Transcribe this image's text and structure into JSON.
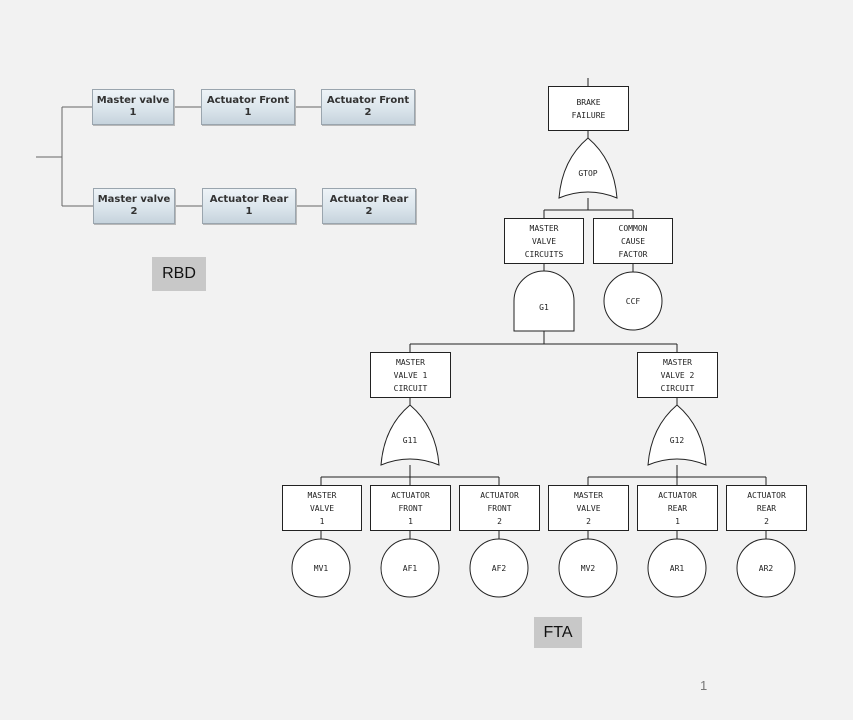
{
  "rbd": {
    "label": "RBD",
    "blocks": [
      {
        "line1": "Master valve",
        "line2": "1"
      },
      {
        "line1": "Actuator Front",
        "line2": "1"
      },
      {
        "line1": "Actuator Front",
        "line2": "2"
      },
      {
        "line1": "Master valve",
        "line2": "2"
      },
      {
        "line1": "Actuator Rear",
        "line2": "1"
      },
      {
        "line1": "Actuator Rear",
        "line2": "2"
      }
    ]
  },
  "fta": {
    "label": "FTA",
    "top": {
      "line1": "BRAKE",
      "line2": "FAILURE"
    },
    "gates": {
      "gtop": "GTOP",
      "g1": "G1",
      "g11": "G11",
      "g12": "G12"
    },
    "mvc": {
      "line1": "MASTER",
      "line2": "VALVE",
      "line3": "CIRCUITS"
    },
    "ccf_box": {
      "line1": "COMMON",
      "line2": "CAUSE",
      "line3": "FACTOR"
    },
    "ccf_event": "CCF",
    "mv1c": {
      "line1": "MASTER",
      "line2": "VALVE 1",
      "line3": "CIRCUIT"
    },
    "mv2c": {
      "line1": "MASTER",
      "line2": "VALVE 2",
      "line3": "CIRCUIT"
    },
    "leaves": [
      {
        "line1": "MASTER",
        "line2": "VALVE",
        "line3": "1",
        "event": "MV1"
      },
      {
        "line1": "ACTUATOR",
        "line2": "FRONT",
        "line3": "1",
        "event": "AF1"
      },
      {
        "line1": "ACTUATOR",
        "line2": "FRONT",
        "line3": "2",
        "event": "AF2"
      },
      {
        "line1": "MASTER",
        "line2": "VALVE",
        "line3": "2",
        "event": "MV2"
      },
      {
        "line1": "ACTUATOR",
        "line2": "REAR",
        "line3": "1",
        "event": "AR1"
      },
      {
        "line1": "ACTUATOR",
        "line2": "REAR",
        "line3": "2",
        "event": "AR2"
      }
    ]
  },
  "page_number": "1"
}
